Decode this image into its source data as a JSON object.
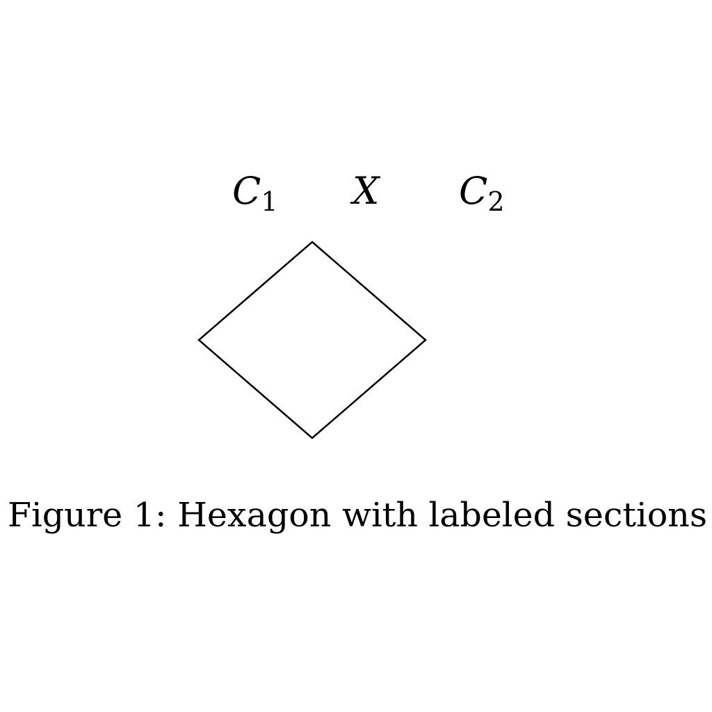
{
  "diagram": {
    "labels": {
      "c1": {
        "main": "C",
        "sub": "1"
      },
      "x": {
        "main": "X"
      },
      "c2": {
        "main": "C",
        "sub": "2"
      }
    },
    "shape": {
      "kind": "rhombus",
      "stroke_color": "#000000",
      "fill_color": "#ffffff"
    }
  },
  "caption": {
    "text": "Figure 1: Hexagon with labeled sections"
  }
}
